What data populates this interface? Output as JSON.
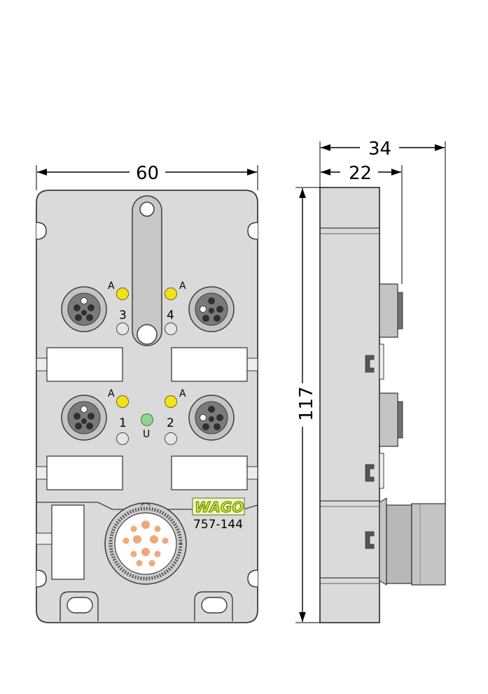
{
  "dimensions": {
    "width": "60",
    "height": "117",
    "depth_total": "34",
    "depth_body": "22"
  },
  "ports": {
    "port3": "3",
    "port4": "4",
    "port1": "1",
    "port2": "2",
    "status_a": "A",
    "supply_u": "U"
  },
  "product": {
    "brand": "WAGO",
    "part_number": "757-144"
  },
  "colors": {
    "housing": "#dadada",
    "outline": "#3c3c3c",
    "led_yellow": "#f2e21a",
    "led_green": "#8fd48f",
    "pin_orange": "#f0a878",
    "logo_fill": "#d9e021",
    "logo_stroke": "#4a7a1a"
  }
}
